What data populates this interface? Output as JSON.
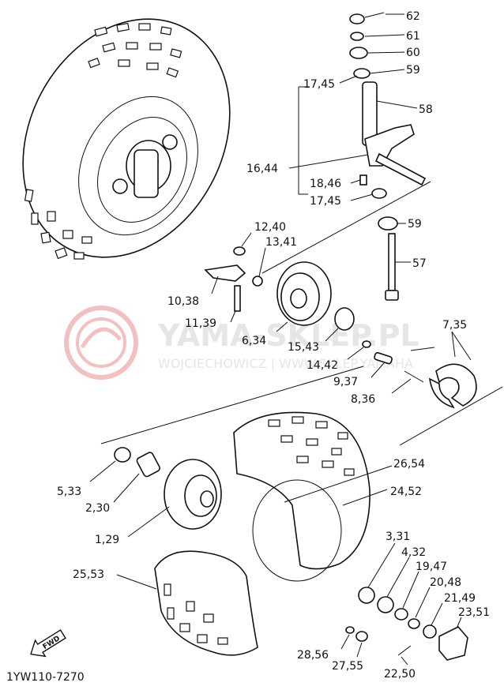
{
  "watermark": {
    "title": "YAMA-SKLEP.PL",
    "subtitle": "WOJCIECHOWICZ | WWW.SKLEP.YAMAHA",
    "color": "#e53935"
  },
  "diagram_code": "1YW110-7270",
  "fwd_label": "FWD",
  "callouts": {
    "c62": "62",
    "c61": "61",
    "c60": "60",
    "c59a": "59",
    "c17_45a": "17,45",
    "c58": "58",
    "c16_44": "16,44",
    "c18_46": "18,46",
    "c17_45b": "17,45",
    "c59b": "59",
    "c57": "57",
    "c12_40": "12,40",
    "c13_41": "13,41",
    "c10_38": "10,38",
    "c11_39": "11,39",
    "c6_34": "6,34",
    "c15_43": "15,43",
    "c14_42": "14,42",
    "c9_37": "9,37",
    "c8_36": "8,36",
    "c7_35": "7,35",
    "c5_33": "5,33",
    "c2_30": "2,30",
    "c1_29": "1,29",
    "c26_54": "26,54",
    "c24_52": "24,52",
    "c25_53": "25,53",
    "c3_31": "3,31",
    "c4_32": "4,32",
    "c19_47": "19,47",
    "c20_48": "20,48",
    "c21_49": "21,49",
    "c23_51": "23,51",
    "c28_56": "28,56",
    "c27_55": "27,55",
    "c22_50": "22,50"
  }
}
